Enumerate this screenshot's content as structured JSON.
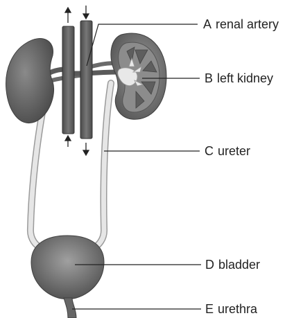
{
  "colors": {
    "kidney": "#6e6e6e",
    "kidney_dark": "#4a4a4a",
    "vessel": "#5f5f5f",
    "vessel_dark": "#3c3c3c",
    "ureter": "#dcdcdc",
    "bladder": "#777777",
    "leader_line": "#222222"
  },
  "labels": [
    {
      "letter": "A",
      "text": "renal artery"
    },
    {
      "letter": "B",
      "text": "left kidney"
    },
    {
      "letter": "C",
      "text": "ureter"
    },
    {
      "letter": "D",
      "text": "bladder"
    },
    {
      "letter": "E",
      "text": "urethra"
    }
  ]
}
